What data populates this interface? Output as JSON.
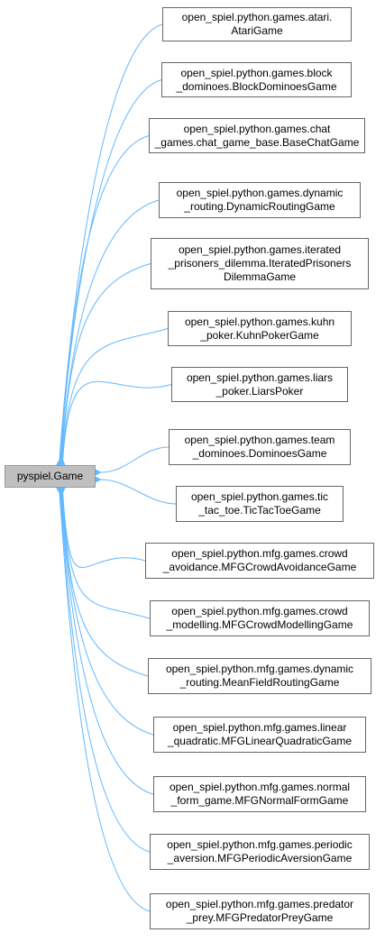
{
  "colors": {
    "edge": "#63b8ff",
    "border": "#666666",
    "base_fill": "#bfbfbf"
  },
  "base": {
    "label": "pyspiel.Game"
  },
  "children": [
    {
      "lines": [
        "open_spiel.python.games.atari.",
        "AtariGame"
      ]
    },
    {
      "lines": [
        "open_spiel.python.games.block",
        "_dominoes.BlockDominoesGame"
      ]
    },
    {
      "lines": [
        "open_spiel.python.games.chat",
        "_games.chat_game_base.BaseChatGame"
      ]
    },
    {
      "lines": [
        "open_spiel.python.games.dynamic",
        "_routing.DynamicRoutingGame"
      ]
    },
    {
      "lines": [
        "open_spiel.python.games.iterated",
        "_prisoners_dilemma.IteratedPrisoners",
        "DilemmaGame"
      ]
    },
    {
      "lines": [
        "open_spiel.python.games.kuhn",
        "_poker.KuhnPokerGame"
      ]
    },
    {
      "lines": [
        "open_spiel.python.games.liars",
        "_poker.LiarsPoker"
      ]
    },
    {
      "lines": [
        "open_spiel.python.games.team",
        "_dominoes.DominoesGame"
      ]
    },
    {
      "lines": [
        "open_spiel.python.games.tic",
        "_tac_toe.TicTacToeGame"
      ]
    },
    {
      "lines": [
        "open_spiel.python.mfg.games.crowd",
        "_avoidance.MFGCrowdAvoidanceGame"
      ]
    },
    {
      "lines": [
        "open_spiel.python.mfg.games.crowd",
        "_modelling.MFGCrowdModellingGame"
      ]
    },
    {
      "lines": [
        "open_spiel.python.mfg.games.dynamic",
        "_routing.MeanFieldRoutingGame"
      ]
    },
    {
      "lines": [
        "open_spiel.python.mfg.games.linear",
        "_quadratic.MFGLinearQuadraticGame"
      ]
    },
    {
      "lines": [
        "open_spiel.python.mfg.games.normal",
        "_form_game.MFGNormalFormGame"
      ]
    },
    {
      "lines": [
        "open_spiel.python.mfg.games.periodic",
        "_aversion.MFGPeriodicAversionGame"
      ]
    },
    {
      "lines": [
        "open_spiel.python.mfg.games.predator",
        "_prey.MFGPredatorPreyGame"
      ]
    }
  ]
}
